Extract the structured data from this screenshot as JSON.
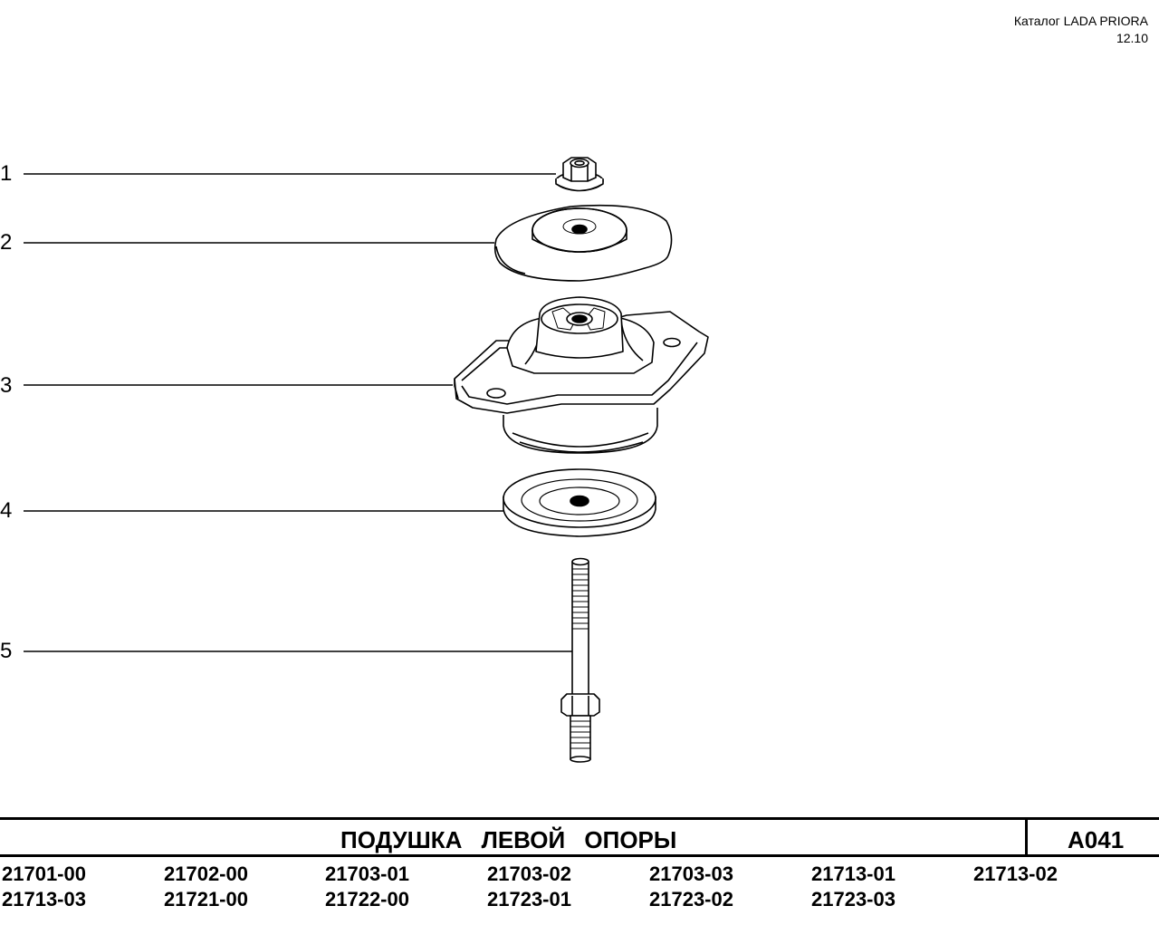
{
  "header": {
    "catalog": "Каталог LADA PRIORA",
    "date": "12.10"
  },
  "callouts": [
    "1",
    "2",
    "3",
    "4",
    "5"
  ],
  "title": "ПОДУШКА ЛЕВОЙ ОПОРЫ",
  "code": "A041",
  "models": {
    "row1": [
      "21701-00",
      "21702-00",
      "21703-01",
      "21703-02",
      "21703-03",
      "21713-01",
      "21713-02"
    ],
    "row2": [
      "21713-03",
      "21721-00",
      "21722-00",
      "21723-01",
      "21723-02",
      "21723-03"
    ]
  },
  "parts": [
    "nut",
    "upper-washer",
    "mount-cushion",
    "lower-washer",
    "stud-bolt"
  ]
}
